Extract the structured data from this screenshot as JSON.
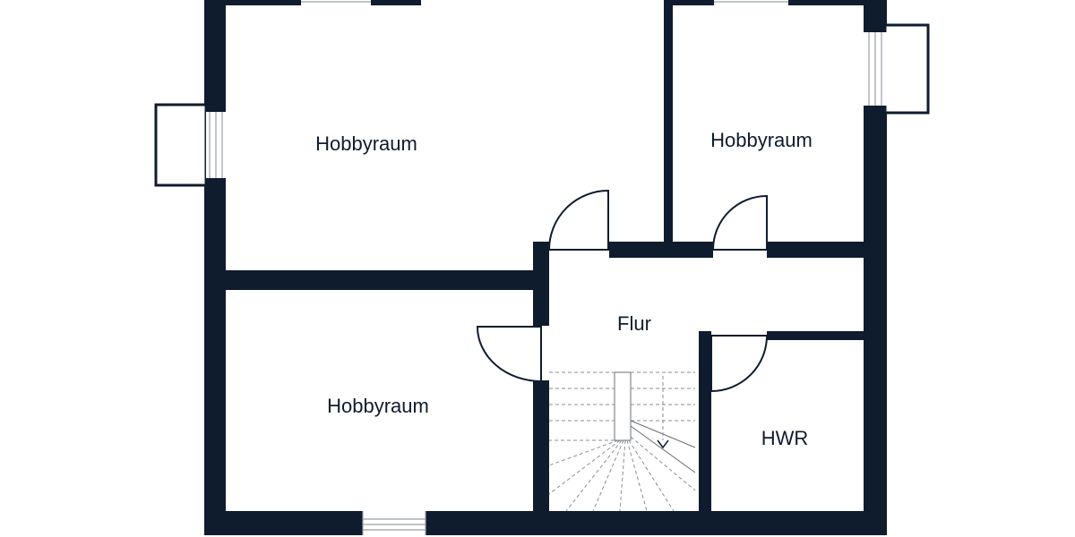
{
  "colors": {
    "wall": "#0f1c2e",
    "background": "#ffffff"
  },
  "rooms": [
    {
      "id": "hobbyraum-1",
      "label": "Hobbyraum"
    },
    {
      "id": "hobbyraum-2",
      "label": "Hobbyraum"
    },
    {
      "id": "hobbyraum-3",
      "label": "Hobbyraum"
    },
    {
      "id": "flur",
      "label": "Flur"
    },
    {
      "id": "hwr",
      "label": "HWR"
    }
  ]
}
